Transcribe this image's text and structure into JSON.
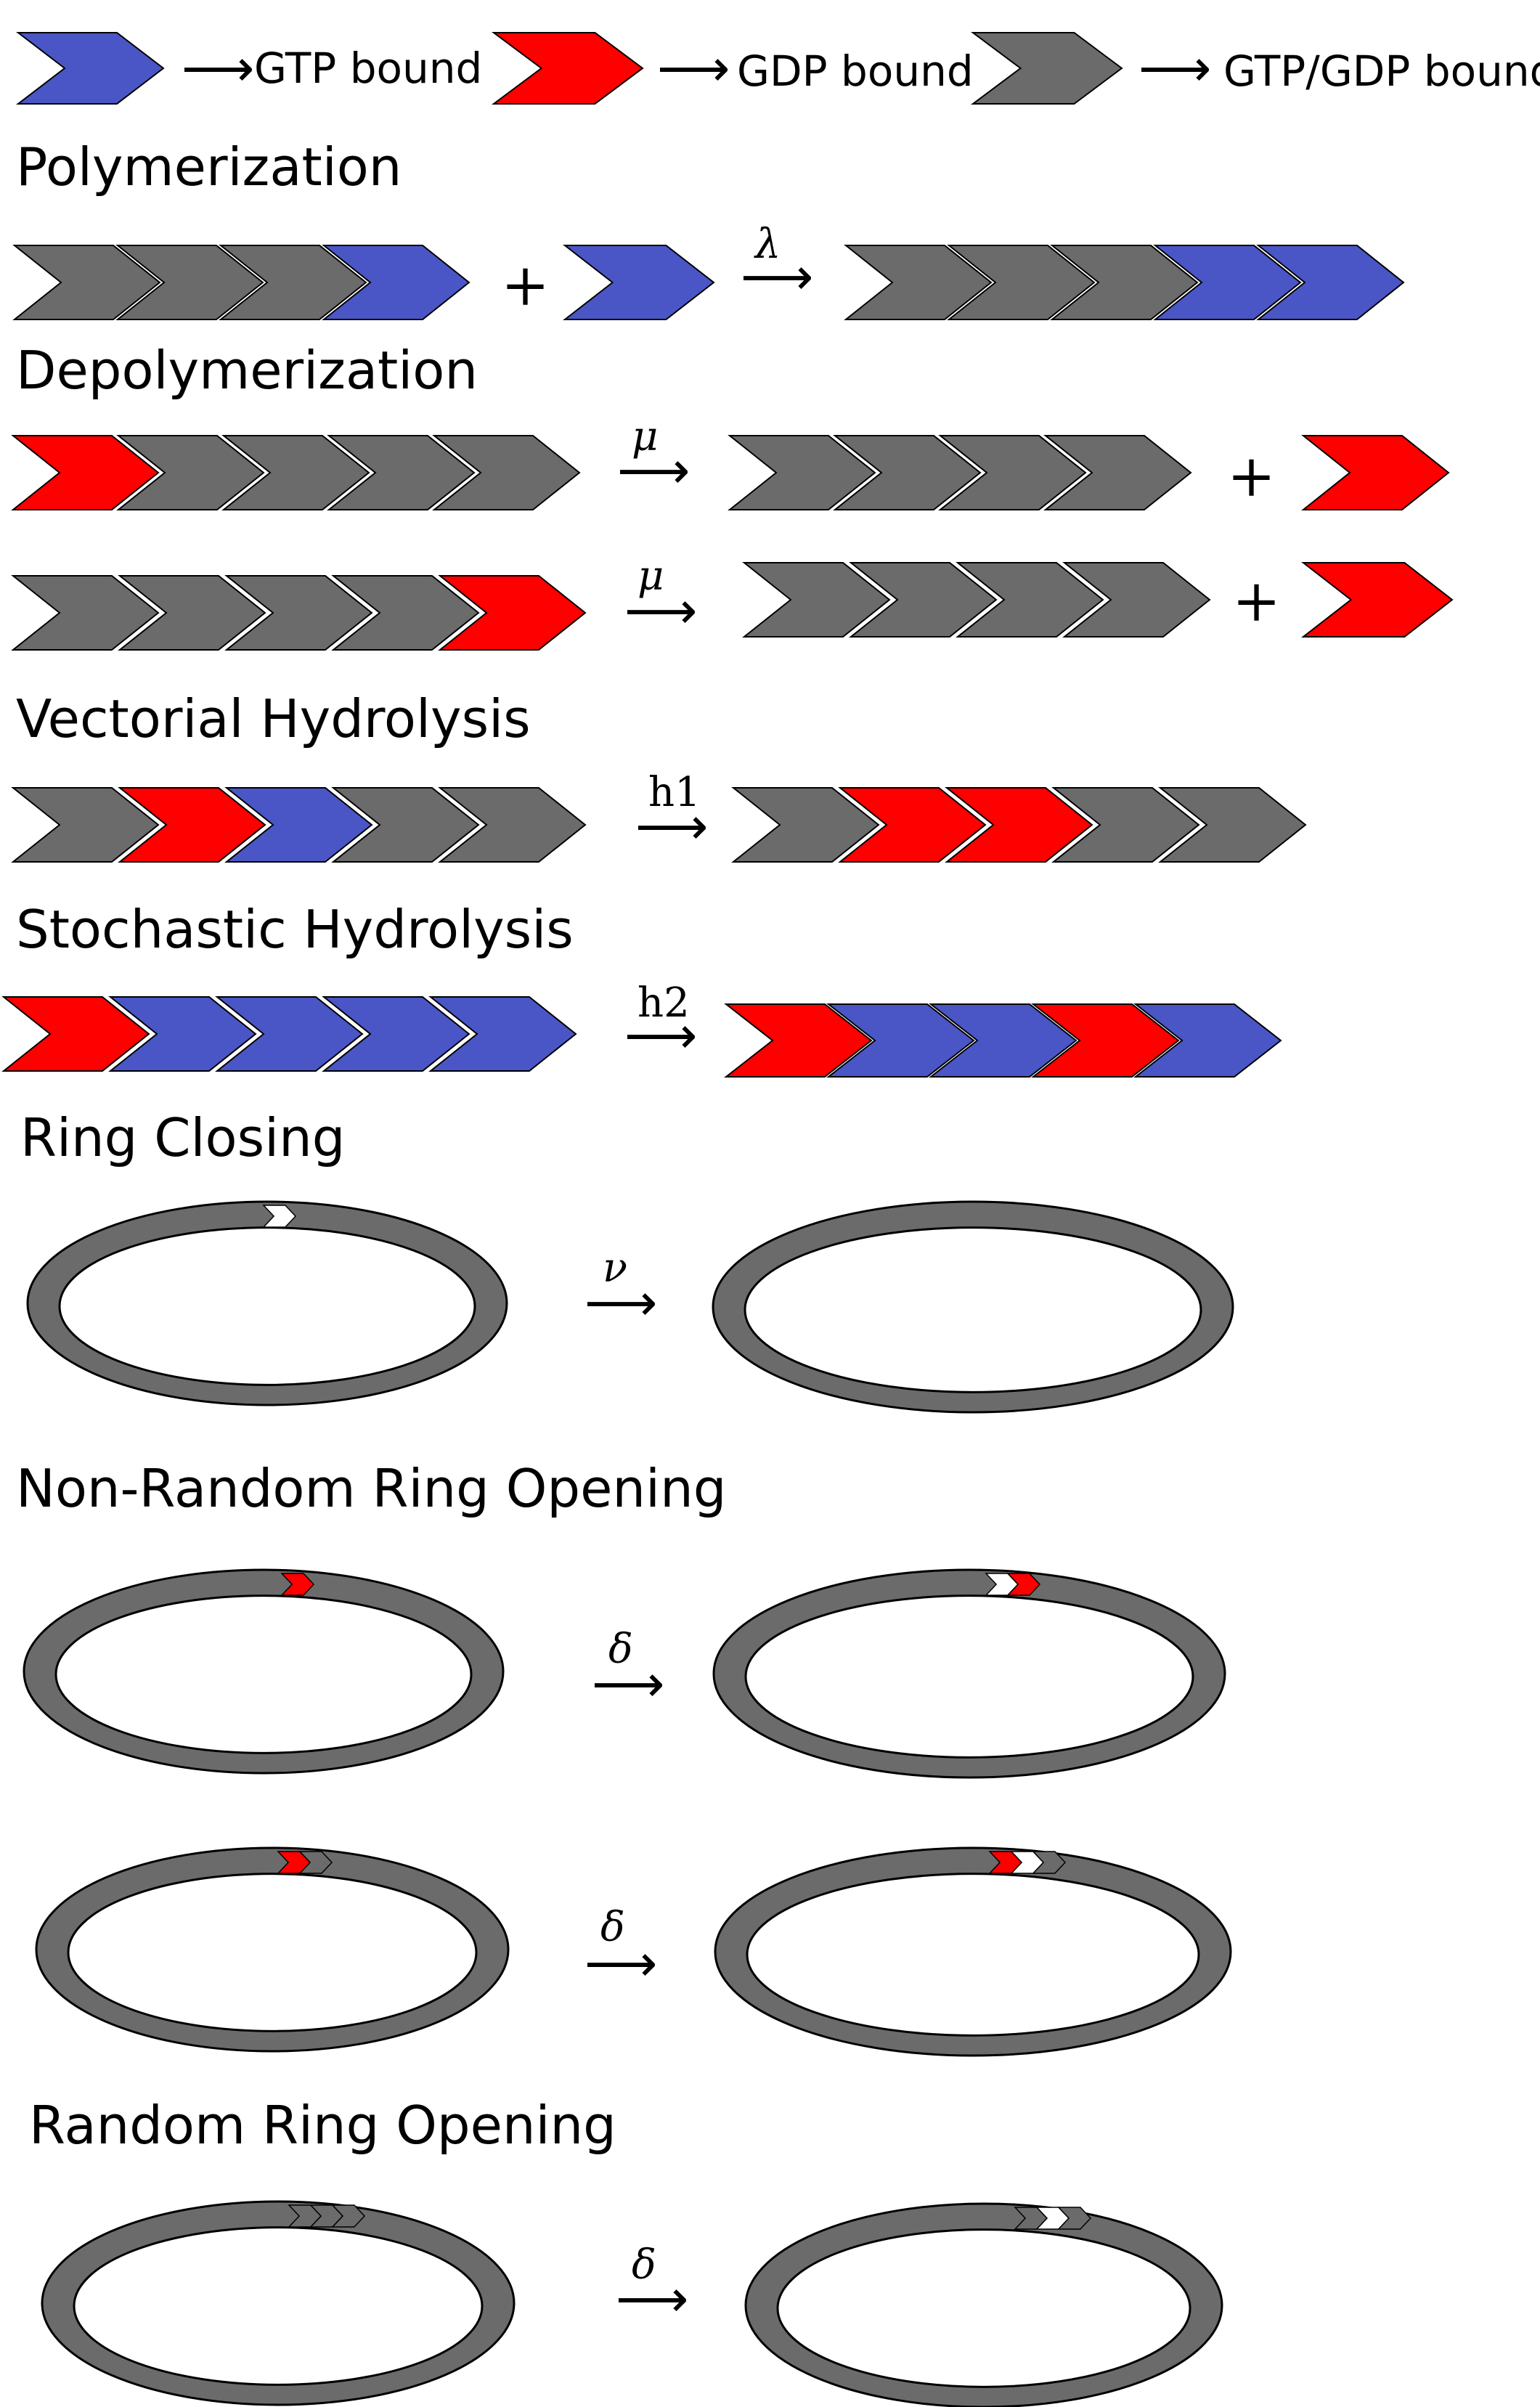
{
  "colors": {
    "gtp": "#4a56c6",
    "gdp": "#ff0000",
    "mixed": "#6b6b6b",
    "marker_white": "#ffffff"
  },
  "legend": [
    {
      "state": "gtp",
      "label": "GTP bound"
    },
    {
      "state": "gdp",
      "label": "GDP bound"
    },
    {
      "state": "mixed",
      "label": "GTP/GDP bound"
    }
  ],
  "sections": {
    "polymerization": {
      "title": "Polymerization",
      "rate": "λ"
    },
    "depolymerization": {
      "title": "Depolymerization",
      "rate": "μ"
    },
    "vectorial": {
      "title": "Vectorial Hydrolysis",
      "rate": "h1"
    },
    "stochastic": {
      "title": "Stochastic Hydrolysis",
      "rate": "h2"
    },
    "ring_closing": {
      "title": "Ring Closing",
      "rate": "ν"
    },
    "nonrandom_opening": {
      "title": "Non-Random Ring Opening",
      "rate": "δ"
    },
    "random_opening": {
      "title": "Random Ring Opening",
      "rate": "δ"
    }
  },
  "symbols": {
    "plus": "+",
    "arrow": "⟶"
  },
  "rows": {
    "poly_left": [
      "mixed",
      "mixed",
      "mixed",
      "gtp"
    ],
    "poly_monomer": [
      "gtp"
    ],
    "poly_right": [
      "mixed",
      "mixed",
      "mixed",
      "gtp",
      "gtp"
    ],
    "depoly1_left": [
      "gdp",
      "mixed",
      "mixed",
      "mixed",
      "mixed"
    ],
    "depoly1_right": [
      "mixed",
      "mixed",
      "mixed",
      "mixed"
    ],
    "depoly1_monomer": [
      "gdp"
    ],
    "depoly2_left": [
      "mixed",
      "mixed",
      "mixed",
      "mixed",
      "gdp"
    ],
    "depoly2_right": [
      "mixed",
      "mixed",
      "mixed",
      "mixed"
    ],
    "depoly2_monomer": [
      "gdp"
    ],
    "vect_left": [
      "mixed",
      "gdp",
      "gtp",
      "mixed",
      "mixed"
    ],
    "vect_right": [
      "mixed",
      "gdp",
      "gdp",
      "mixed",
      "mixed"
    ],
    "stoch_left": [
      "gdp",
      "gtp",
      "gtp",
      "gtp",
      "gtp"
    ],
    "stoch_right": [
      "gdp",
      "gtp",
      "gtp",
      "gdp",
      "gtp"
    ]
  },
  "rings": {
    "closing_left": [
      "white"
    ],
    "closing_right": [],
    "nro1_left": [
      "gdp"
    ],
    "nro1_right": [
      "white",
      "gdp"
    ],
    "nro2_left": [
      "gdp",
      "mixed"
    ],
    "nro2_right": [
      "gdp",
      "white",
      "mixed"
    ],
    "ro_left": [
      "mixed",
      "mixed",
      "mixed"
    ],
    "ro_right": [
      "mixed",
      "white",
      "mixed"
    ]
  }
}
